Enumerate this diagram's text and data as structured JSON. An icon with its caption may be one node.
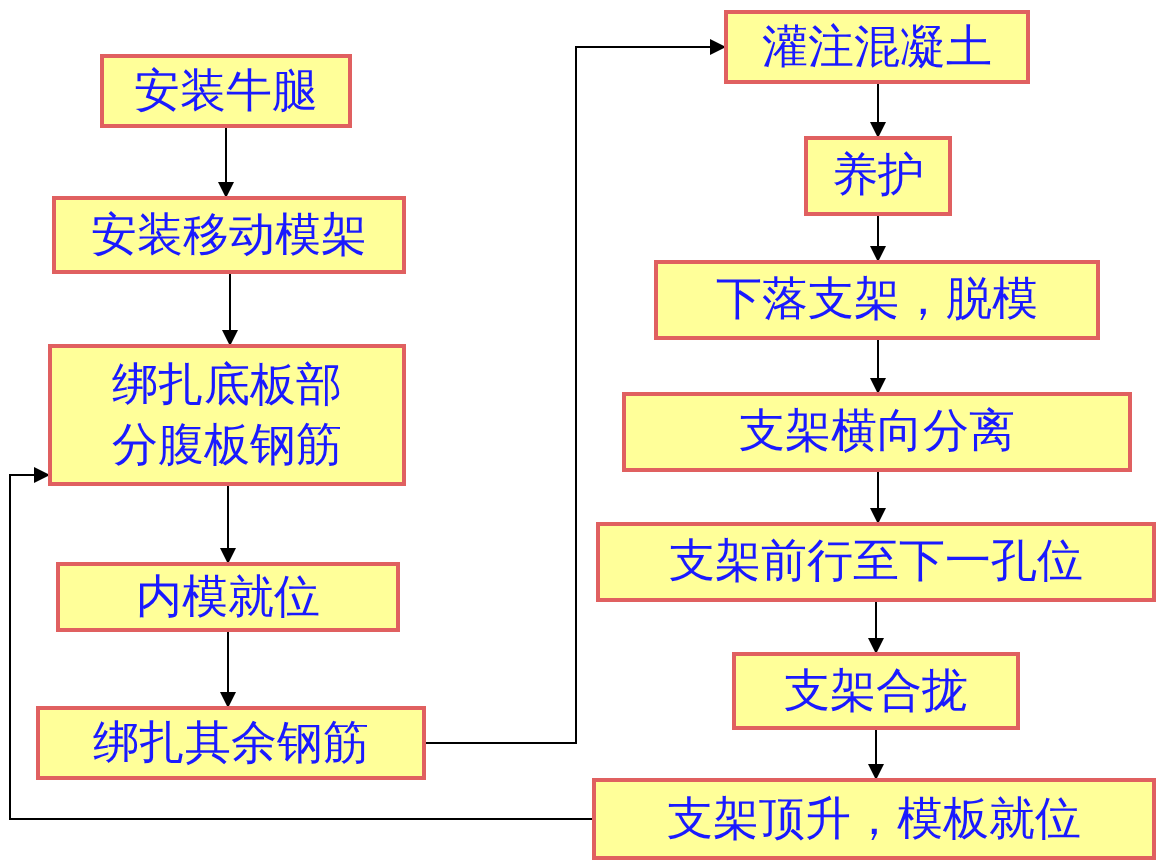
{
  "diagram": {
    "nodes": [
      {
        "text": [
          "安装牛腿"
        ]
      },
      {
        "text": [
          "安装移动模架"
        ]
      },
      {
        "text": [
          "绑扎底板部分腹板钢筋"
        ]
      },
      {
        "text": [
          "内模就位"
        ]
      },
      {
        "text": [
          "绑扎其余钢筋"
        ]
      },
      {
        "text": [
          "灌注混凝土"
        ]
      },
      {
        "text": [
          "养护"
        ]
      },
      {
        "text": [
          "下落支架，脱模"
        ]
      },
      {
        "text": [
          "支架横向分离"
        ]
      },
      {
        "text": [
          "支架前行至下一孔位"
        ]
      },
      {
        "text": [
          "支架合拢"
        ]
      },
      {
        "text": [
          "支架顶升，模板就位"
        ]
      }
    ],
    "edges": [
      {
        "from": 0,
        "to": 1,
        "arrow": "to"
      },
      {
        "from": 1,
        "to": 2,
        "arrow": "to"
      },
      {
        "from": 2,
        "to": 3,
        "arrow": "to"
      },
      {
        "from": 3,
        "to": 4,
        "arrow": "to"
      },
      {
        "from": 4,
        "to": 5,
        "arrow": "to"
      },
      {
        "from": 5,
        "to": 6,
        "arrow": "to"
      },
      {
        "from": 6,
        "to": 7,
        "arrow": "to"
      },
      {
        "from": 7,
        "to": 8,
        "arrow": "to"
      },
      {
        "from": 8,
        "to": 9,
        "arrow": "to"
      },
      {
        "from": 9,
        "to": 10,
        "arrow": "to"
      },
      {
        "from": 10,
        "to": 11,
        "arrow": "to"
      },
      {
        "from": 11,
        "to": 2,
        "arrow": "to"
      }
    ]
  }
}
